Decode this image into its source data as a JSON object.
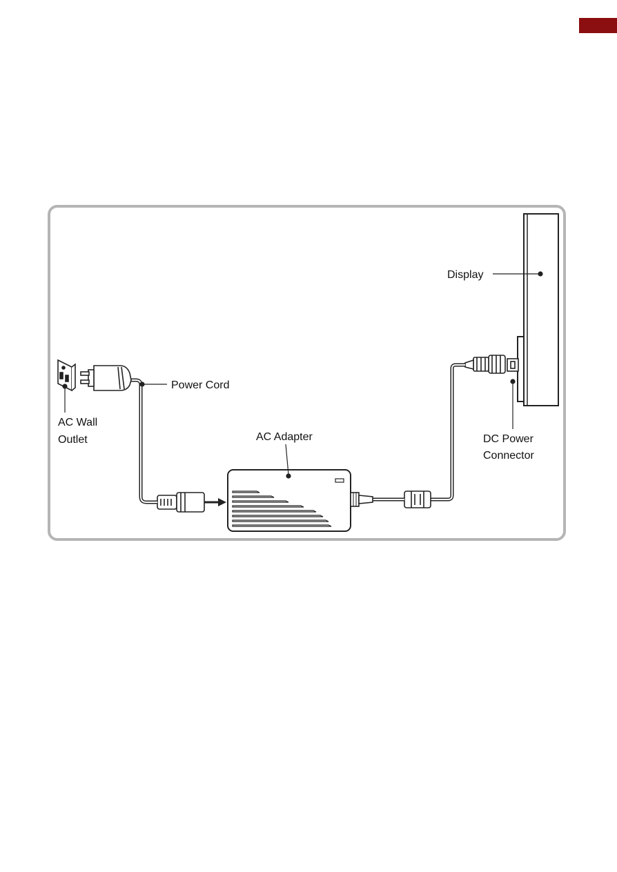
{
  "labels": {
    "display": "Display",
    "power_cord": "Power Cord",
    "ac_wall_outlet_line1": "AC Wall",
    "ac_wall_outlet_line2": "Outlet",
    "ac_adapter": "AC Adapter",
    "dc_power_connector_line1": "DC Power",
    "dc_power_connector_line2": "Connector"
  },
  "colors": {
    "page_tab": "#8b0e10",
    "frame_border": "#b5b5b5",
    "line": "#222222"
  },
  "icons": [
    "wall-outlet-icon",
    "power-plug-icon",
    "ac-adapter-icon",
    "display-icon",
    "dc-connector-icon"
  ]
}
